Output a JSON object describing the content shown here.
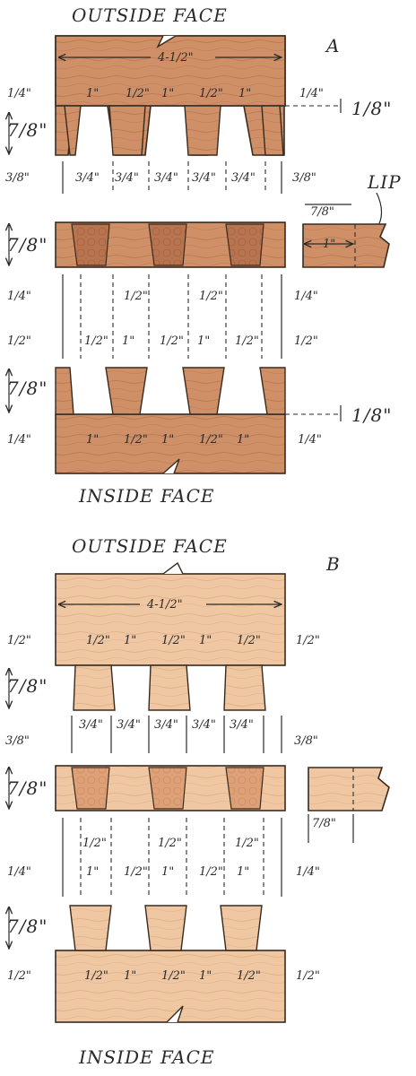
{
  "labels": {
    "outside_face": "OUTSIDE FACE",
    "inside_face": "INSIDE FACE",
    "section_a": "A",
    "section_b": "B",
    "lip": "LIP"
  },
  "dims": {
    "total_width": "4-1/2\"",
    "quarter": "1/4\"",
    "eighth": "1/8\"",
    "seven_eighths": "7/8\"",
    "three_eighths": "3/8\"",
    "three_quarters": "3/4\"",
    "half": "1/2\"",
    "one_inch": "1\""
  },
  "colors": {
    "wood_dark": "#c98a62",
    "wood_mid": "#d7a07b",
    "wood_light": "#efc8a4",
    "wood_slice_a": "#b97552",
    "wood_slice_b": "#e8b58c",
    "ink": "#2a2a2a"
  }
}
